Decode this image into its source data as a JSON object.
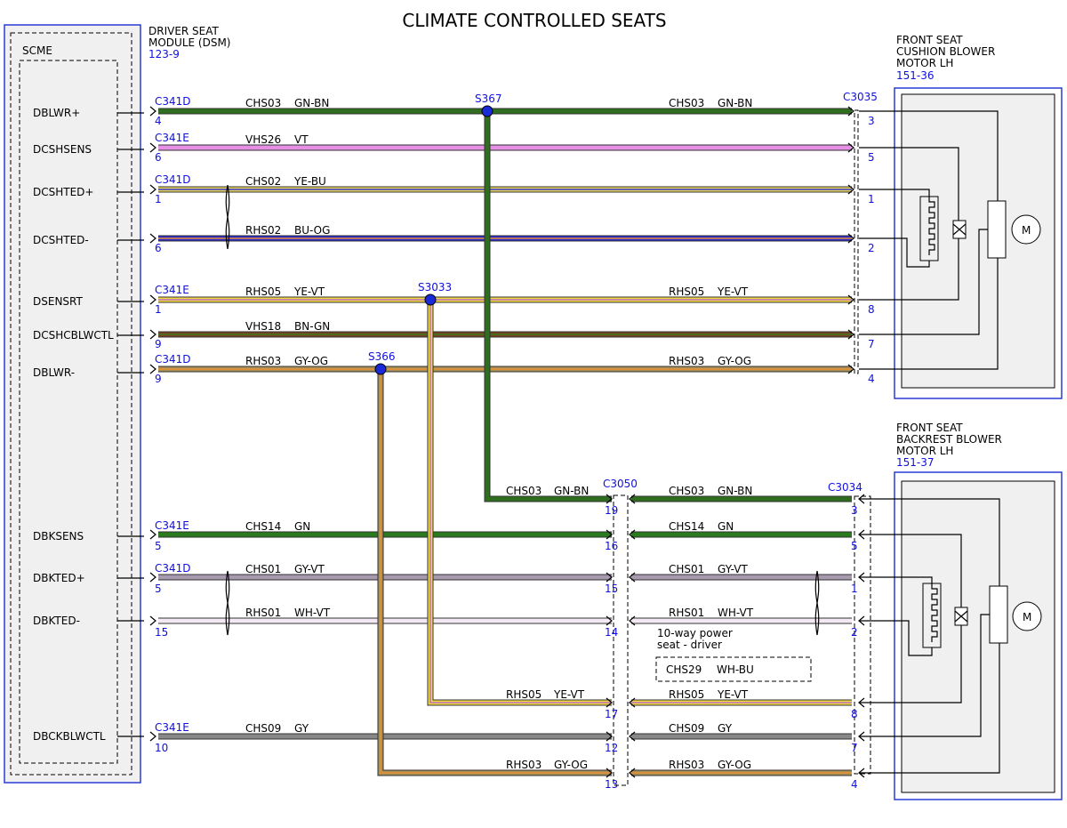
{
  "title": "CLIMATE CONTROLLED SEATS",
  "module": {
    "name_lines": [
      "DRIVER SEAT",
      "MODULE (DSM)"
    ],
    "ref": "123-9",
    "inner_label": "SCME",
    "pins": [
      "DBLWR+",
      "DCSHSENS",
      "DCSHTED+",
      "DCSHTED-",
      "DSENSRT",
      "DCSHCBLWCTL",
      "DBLWR-",
      "DBKSENS",
      "DBKTED+",
      "DBKTED-",
      "DBCKBLWCTL"
    ]
  },
  "cushion_motor": {
    "name_lines": [
      "FRONT SEAT",
      "CUSHION BLOWER",
      "MOTOR LH"
    ],
    "ref": "151-36",
    "connector": "C3035",
    "motor_symbol": "M"
  },
  "backrest_motor": {
    "name_lines": [
      "FRONT SEAT",
      "BACKREST BLOWER",
      "MOTOR LH"
    ],
    "ref": "151-37",
    "connector": "C3034",
    "motor_symbol": "M"
  },
  "inline_connector": {
    "name": "C3050",
    "note_lines": [
      "10-way power",
      "seat - driver"
    ],
    "circuit": "CHS29",
    "color": "WH-BU"
  },
  "splices": [
    "S367",
    "S3033",
    "S366"
  ],
  "top_wires": [
    {
      "conn": "C341D",
      "pin": "4",
      "circuit": "CHS03",
      "color": "GN-BN",
      "right_circuit": "CHS03",
      "right_color": "GN-BN",
      "end_pin": "3",
      "main": "#2e6e1e",
      "stripe": "#2e6e1e"
    },
    {
      "conn": "C341E",
      "pin": "6",
      "circuit": "VHS26",
      "color": "VT",
      "right_circuit": "",
      "right_color": "",
      "end_pin": "5",
      "main": "#e58fe5",
      "stripe": "#e58fe5"
    },
    {
      "conn": "C341D",
      "pin": "1",
      "circuit": "CHS02",
      "color": "YE-BU",
      "right_circuit": "",
      "right_color": "",
      "end_pin": "1",
      "main": "#e6d45a",
      "stripe": "#3a3ad0"
    },
    {
      "conn": "",
      "pin": "6",
      "circuit": "RHS02",
      "color": "BU-OG",
      "right_circuit": "",
      "right_color": "",
      "end_pin": "2",
      "main": "#2a2acf",
      "stripe": "#e89030"
    },
    {
      "conn": "C341E",
      "pin": "1",
      "circuit": "RHS05",
      "color": "YE-VT",
      "right_circuit": "RHS05",
      "right_color": "YE-VT",
      "end_pin": "8",
      "main": "#f0d840",
      "stripe": "#c070c0"
    },
    {
      "conn": "",
      "pin": "9",
      "circuit": "VHS18",
      "color": "BN-GN",
      "right_circuit": "",
      "right_color": "",
      "end_pin": "7",
      "main": "#7a4020",
      "stripe": "#3a7a20"
    },
    {
      "conn": "C341D",
      "pin": "9",
      "circuit": "RHS03",
      "color": "GY-OG",
      "right_circuit": "RHS03",
      "right_color": "GY-OG",
      "end_pin": "4",
      "main": "#a8905a",
      "stripe": "#e89030"
    }
  ],
  "bottom_wires": [
    {
      "conn": "C341E",
      "pin": "5",
      "circuit": "CHS14",
      "color": "GN",
      "mid_pin": "16",
      "right_circuit": "CHS14",
      "right_color": "GN",
      "end_pin": "5",
      "main": "#2a7a1e"
    },
    {
      "conn": "C341D",
      "pin": "5",
      "circuit": "CHS01",
      "color": "GY-VT",
      "mid_pin": "15",
      "right_circuit": "CHS01",
      "right_color": "GY-VT",
      "end_pin": "1",
      "main": "#a79aae"
    },
    {
      "conn": "",
      "pin": "15",
      "circuit": "RHS01",
      "color": "WH-VT",
      "mid_pin": "14",
      "right_circuit": "RHS01",
      "right_color": "WH-VT",
      "end_pin": "2",
      "main": "#f3e8f3"
    },
    {
      "conn": "C341E",
      "pin": "10",
      "circuit": "CHS09",
      "color": "GY",
      "mid_pin": "12",
      "right_circuit": "CHS09",
      "right_color": "GY",
      "end_pin": "7",
      "main": "#888888"
    }
  ],
  "branch_wires": [
    {
      "circuit": "CHS03",
      "color": "GN-BN",
      "mid_pin": "19",
      "right_circuit": "CHS03",
      "right_color": "GN-BN",
      "end_pin": "3"
    },
    {
      "circuit": "RHS05",
      "color": "YE-VT",
      "mid_pin": "17",
      "right_circuit": "RHS05",
      "right_color": "YE-VT",
      "end_pin": "8"
    },
    {
      "circuit": "RHS03",
      "color": "GY-OG",
      "mid_pin": "13",
      "right_circuit": "RHS03",
      "right_color": "GY-OG",
      "end_pin": "4"
    }
  ]
}
